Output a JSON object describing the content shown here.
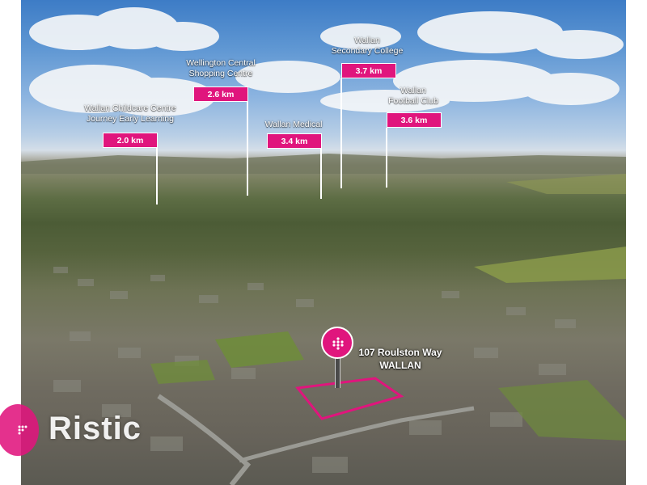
{
  "amenities": [
    {
      "name_line1": "Wallan Childcare Centre",
      "name_line2": "Journey Early Learning",
      "distance": "2.0 km"
    },
    {
      "name_line1": "Wellington Central",
      "name_line2": "Shopping Centre",
      "distance": "2.6 km"
    },
    {
      "name_line1": "Wallan Medical",
      "name_line2": "",
      "distance": "3.4 km"
    },
    {
      "name_line1": "Wallan",
      "name_line2": "Secondary College",
      "distance": "3.7 km"
    },
    {
      "name_line1": "Wallan",
      "name_line2": "Football Club",
      "distance": "3.6 km"
    }
  ],
  "property": {
    "address_line1": "107 Roulston Way",
    "address_line2": "WALLAN"
  },
  "brand": {
    "name": "Ristic"
  },
  "colors": {
    "accent": "#e0157d",
    "sky": "#5f97d3",
    "foliage": "#4c5c36"
  },
  "icons": {
    "pin": "location-pin-icon",
    "brand_mark": "brand-logo-mark"
  }
}
